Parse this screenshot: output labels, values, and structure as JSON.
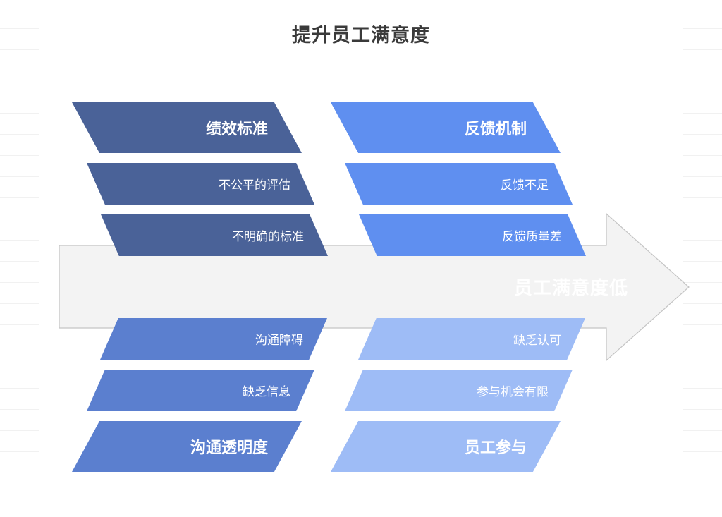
{
  "title": "提升员工满意度",
  "effect": "员工满意度低",
  "categories": {
    "performance_standards": {
      "label": "绩效标准",
      "causes": [
        "不公平的评估",
        "不明确的标准"
      ]
    },
    "feedback_mechanism": {
      "label": "反馈机制",
      "causes": [
        "反馈不足",
        "反馈质量差"
      ]
    },
    "communication_transparency": {
      "label": "沟通透明度",
      "causes": [
        "沟通障碍",
        "缺乏信息"
      ]
    },
    "employee_participation": {
      "label": "员工参与",
      "causes": [
        "缺乏认可",
        "参与机会有限"
      ]
    }
  },
  "colors": {
    "performance_standards": "#4a6298",
    "feedback_mechanism": "#5f8ff0",
    "communication_transparency": "#5b7fcf",
    "employee_participation": "#9ebcf6",
    "arrow_fill": "#f3f3f3",
    "arrow_stroke": "#c4c4c4"
  }
}
